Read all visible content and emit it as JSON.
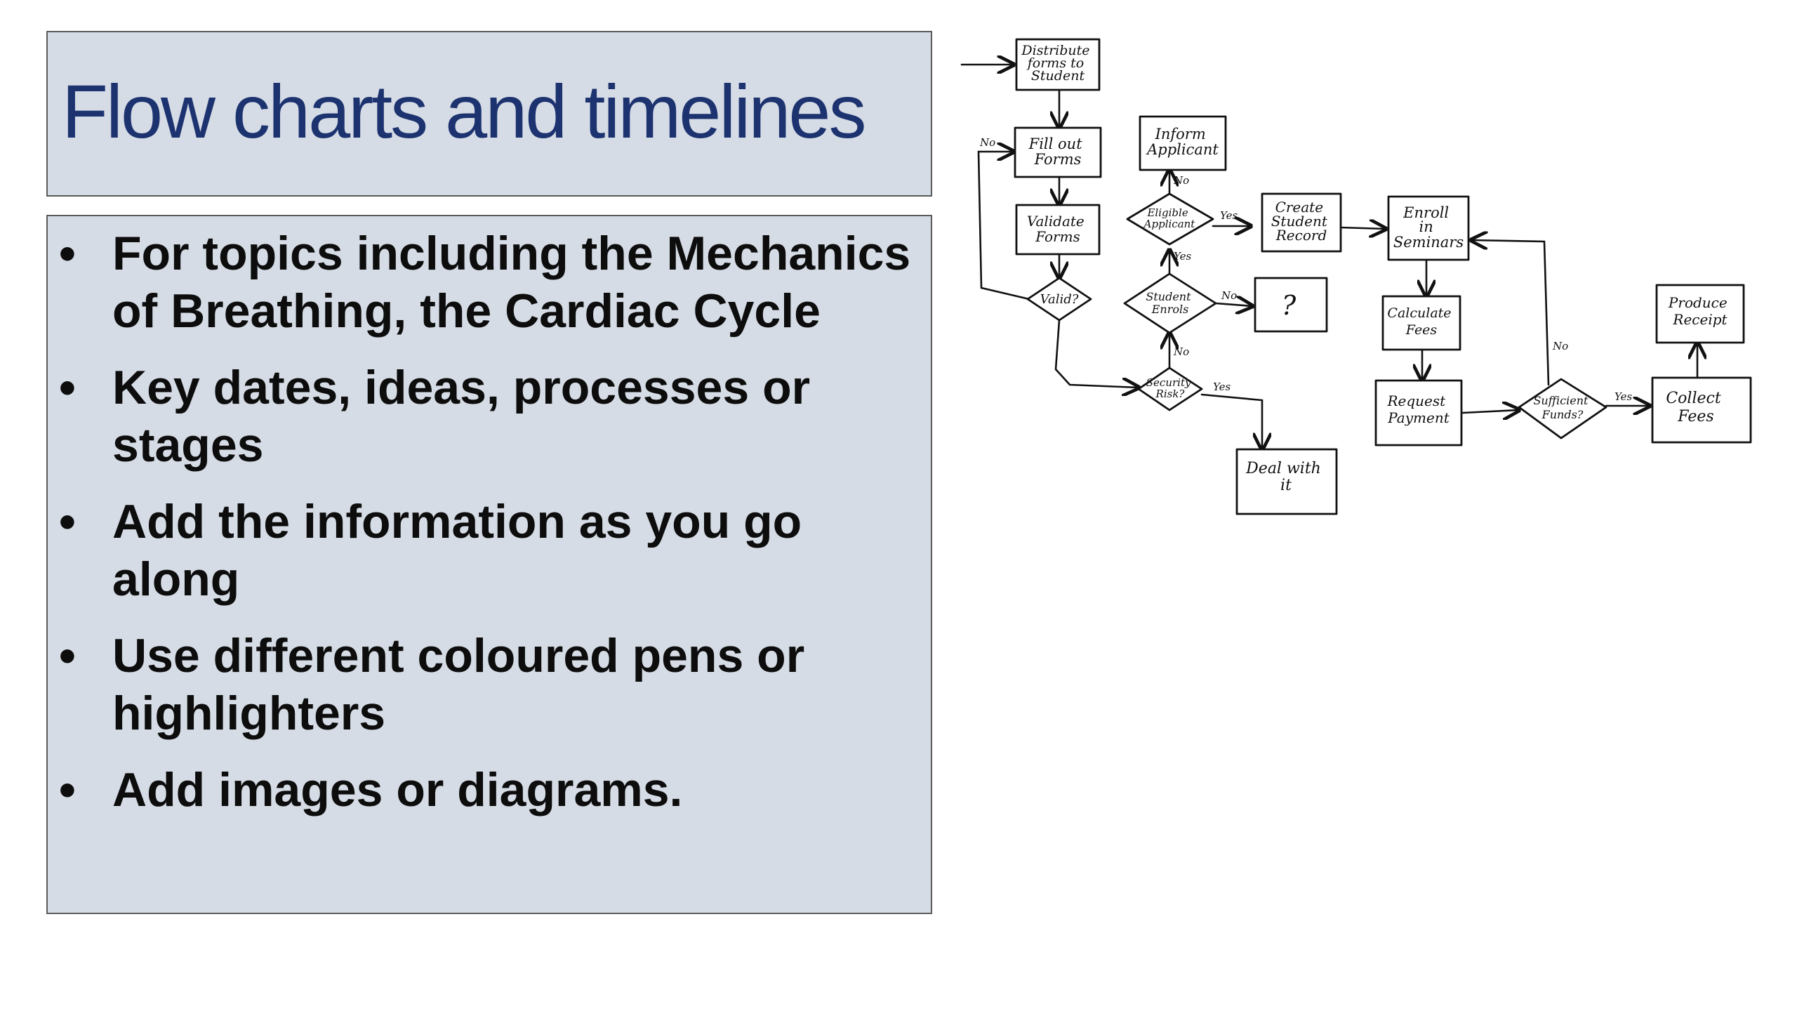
{
  "slide": {
    "title": "Flow charts and timelines",
    "bullets": [
      "For topics including the Mechanics of Breathing, the Cardiac Cycle",
      "Key dates, ideas, processes or stages",
      "Add the information as you go along",
      "Use different coloured pens or highlighters",
      "Add images or diagrams."
    ]
  },
  "flowchart": {
    "nodes": {
      "distribute": [
        "Distribute",
        "forms to",
        "Student"
      ],
      "fill_out": [
        "Fill out",
        "Forms"
      ],
      "validate": [
        "Validate",
        "Forms"
      ],
      "valid": [
        "Valid?"
      ],
      "inform": [
        "Inform",
        "Applicant"
      ],
      "eligible": [
        "Eligible",
        "Applicant"
      ],
      "student_enrols": [
        "Student",
        "Enrols"
      ],
      "security_risk": [
        "Security",
        "Risk?"
      ],
      "question": [
        "?"
      ],
      "deal_with_it": [
        "Deal with",
        "it"
      ],
      "create_record": [
        "Create",
        "Student",
        "Record"
      ],
      "enroll": [
        "Enroll",
        "in",
        "Seminars"
      ],
      "calculate_fees": [
        "Calculate",
        "Fees"
      ],
      "request_payment": [
        "Request",
        "Payment"
      ],
      "sufficient_funds": [
        "Sufficient",
        "Funds?"
      ],
      "collect_fees": [
        "Collect",
        "Fees"
      ],
      "produce_receipt": [
        "Produce",
        "Receipt"
      ]
    },
    "edge_labels": {
      "no_fill": "No",
      "no_inform": "No",
      "yes_eligible": "Yes",
      "yes_enrols": "Yes",
      "no_question": "No",
      "no_security": "No",
      "yes_deal": "Yes",
      "no_funds": "No",
      "yes_funds": "Yes"
    }
  },
  "colors": {
    "title_text": "#1c3370",
    "box_fill": "#d6dce5",
    "box_border": "#5a5a5a",
    "ink": "#111111"
  }
}
